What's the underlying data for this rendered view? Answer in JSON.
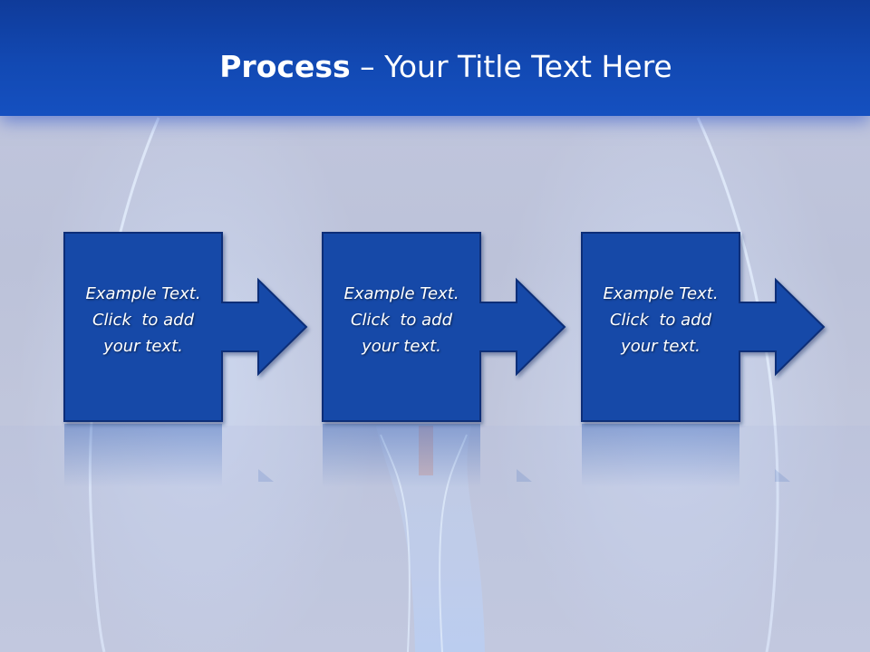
{
  "slide": {
    "title_bold": "Process",
    "title_rest": " – Your Title Text Here"
  },
  "steps": [
    {
      "line1": "Example Text.",
      "line2": "Click  to add",
      "line3": "your text."
    },
    {
      "line1": "Example Text.",
      "line2": "Click  to add",
      "line3": "your text."
    },
    {
      "line1": "Example Text.",
      "line2": "Click  to add",
      "line3": "your text."
    }
  ],
  "colors": {
    "header": "#1249b3",
    "box_fill": "#1548a8",
    "box_border": "#0b2f78",
    "text": "#ffffff",
    "background": "#c3c8df"
  }
}
